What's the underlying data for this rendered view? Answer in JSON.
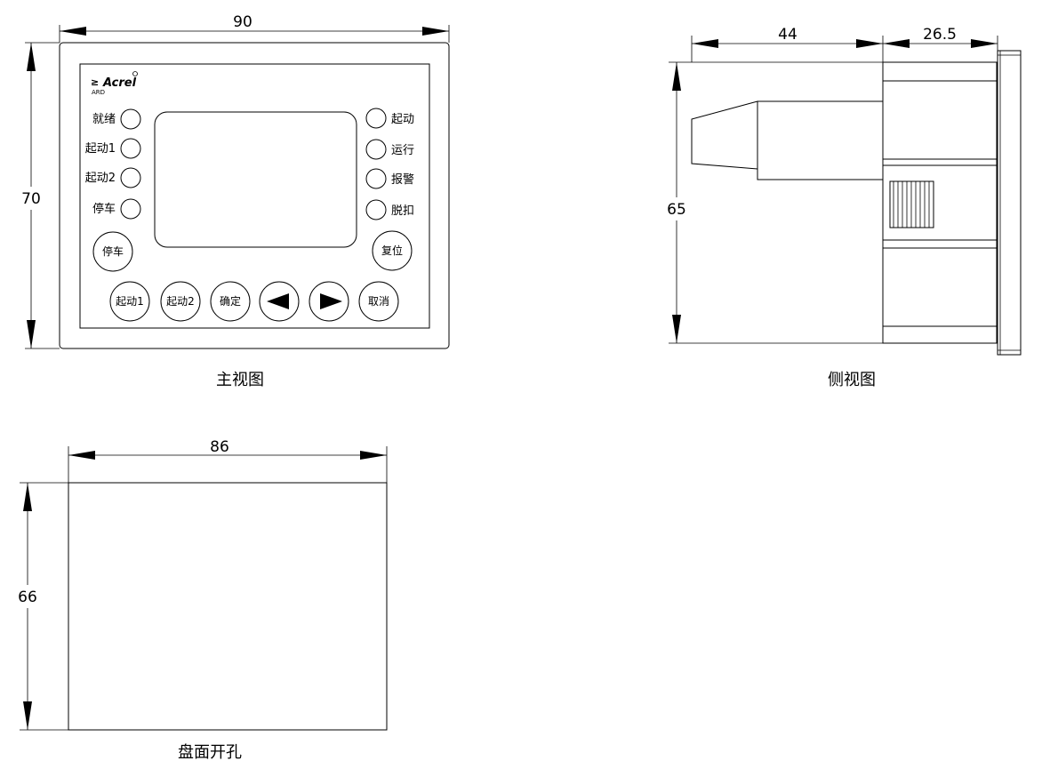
{
  "front_view": {
    "width_dim": "90",
    "height_dim": "70",
    "caption": "主视图",
    "logo_brand": "Acrel",
    "logo_sub": "ARD",
    "left_indicators": [
      "就绪",
      "起动1",
      "起动2",
      "停车"
    ],
    "right_indicators": [
      "起动",
      "运行",
      "报警",
      "脱扣"
    ],
    "side_buttons": {
      "left": "停车",
      "right": "复位"
    },
    "bottom_buttons": [
      "起动1",
      "起动2",
      "确定",
      "◀",
      "▶",
      "取消"
    ]
  },
  "side_view": {
    "depth_dim": "44",
    "panel_dim": "26.5",
    "height_dim": "65",
    "caption": "侧视图"
  },
  "cutout": {
    "width_dim": "86",
    "height_dim": "66",
    "caption": "盘面开孔"
  }
}
